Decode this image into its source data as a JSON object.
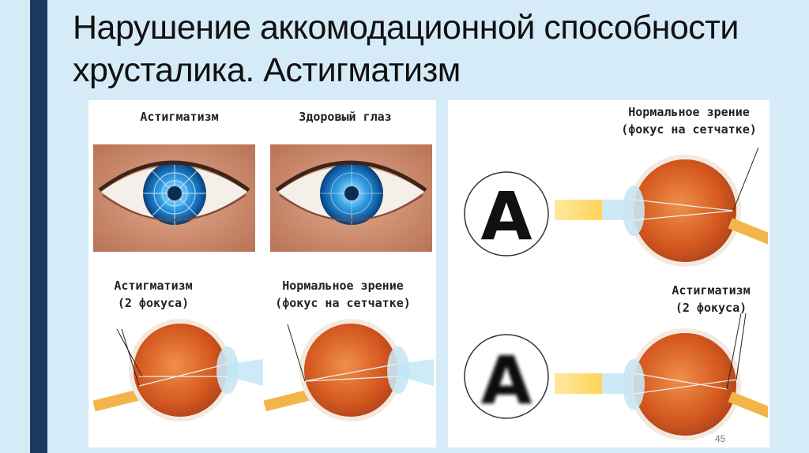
{
  "slide": {
    "title_line1": "Нарушение аккомодационной способности",
    "title_line2": "хрусталика. Астигматизм",
    "page_number": "45"
  },
  "left_panel": {
    "caption_astig_top": "Астигматизм",
    "caption_healthy_top": "Здоровый глаз",
    "caption_astig_bottom": "Астигматизм\n(2 фокуса)",
    "caption_normal_bottom": "Нормальное зрение\n(фокус на сетчатке)"
  },
  "right_panel": {
    "caption_normal": "Нормальное зрение\n(фокус на сетчатке)",
    "caption_astig": "Астигматизм\n(2 фокуса)",
    "letter_sharp": "A",
    "letter_blurred": "A"
  }
}
